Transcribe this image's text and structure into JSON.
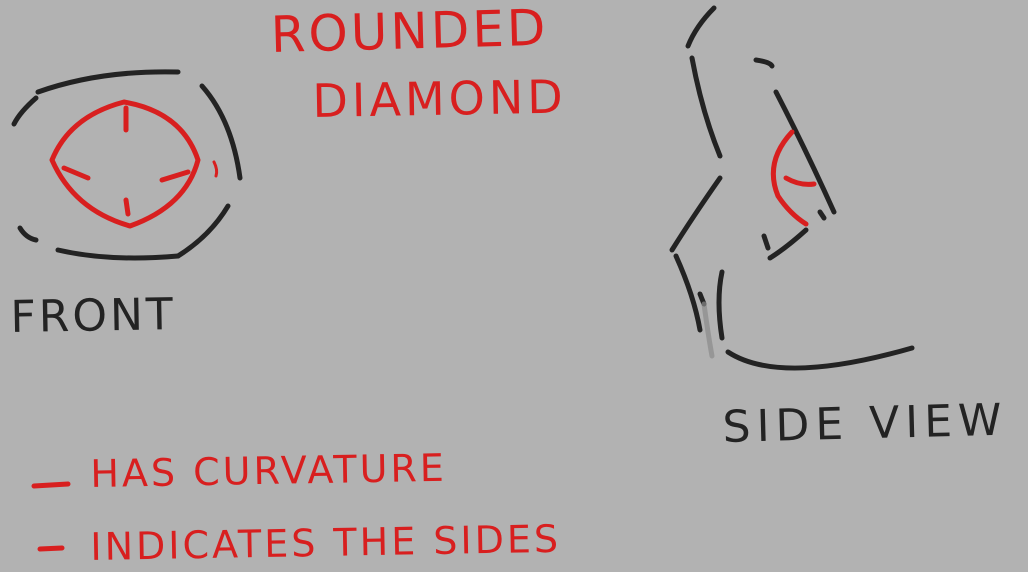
{
  "title": {
    "line1": "ROUNDED",
    "line2": "DIAMOND"
  },
  "labels": {
    "front": "FRONT",
    "side_view": "SIDE VIEW"
  },
  "notes": [
    "HAS CURVATURE",
    "INDICATES THE SIDES"
  ],
  "colors": {
    "background": "#b2b2b2",
    "ink_dark": "#232323",
    "ink_red": "#d81f1f"
  }
}
